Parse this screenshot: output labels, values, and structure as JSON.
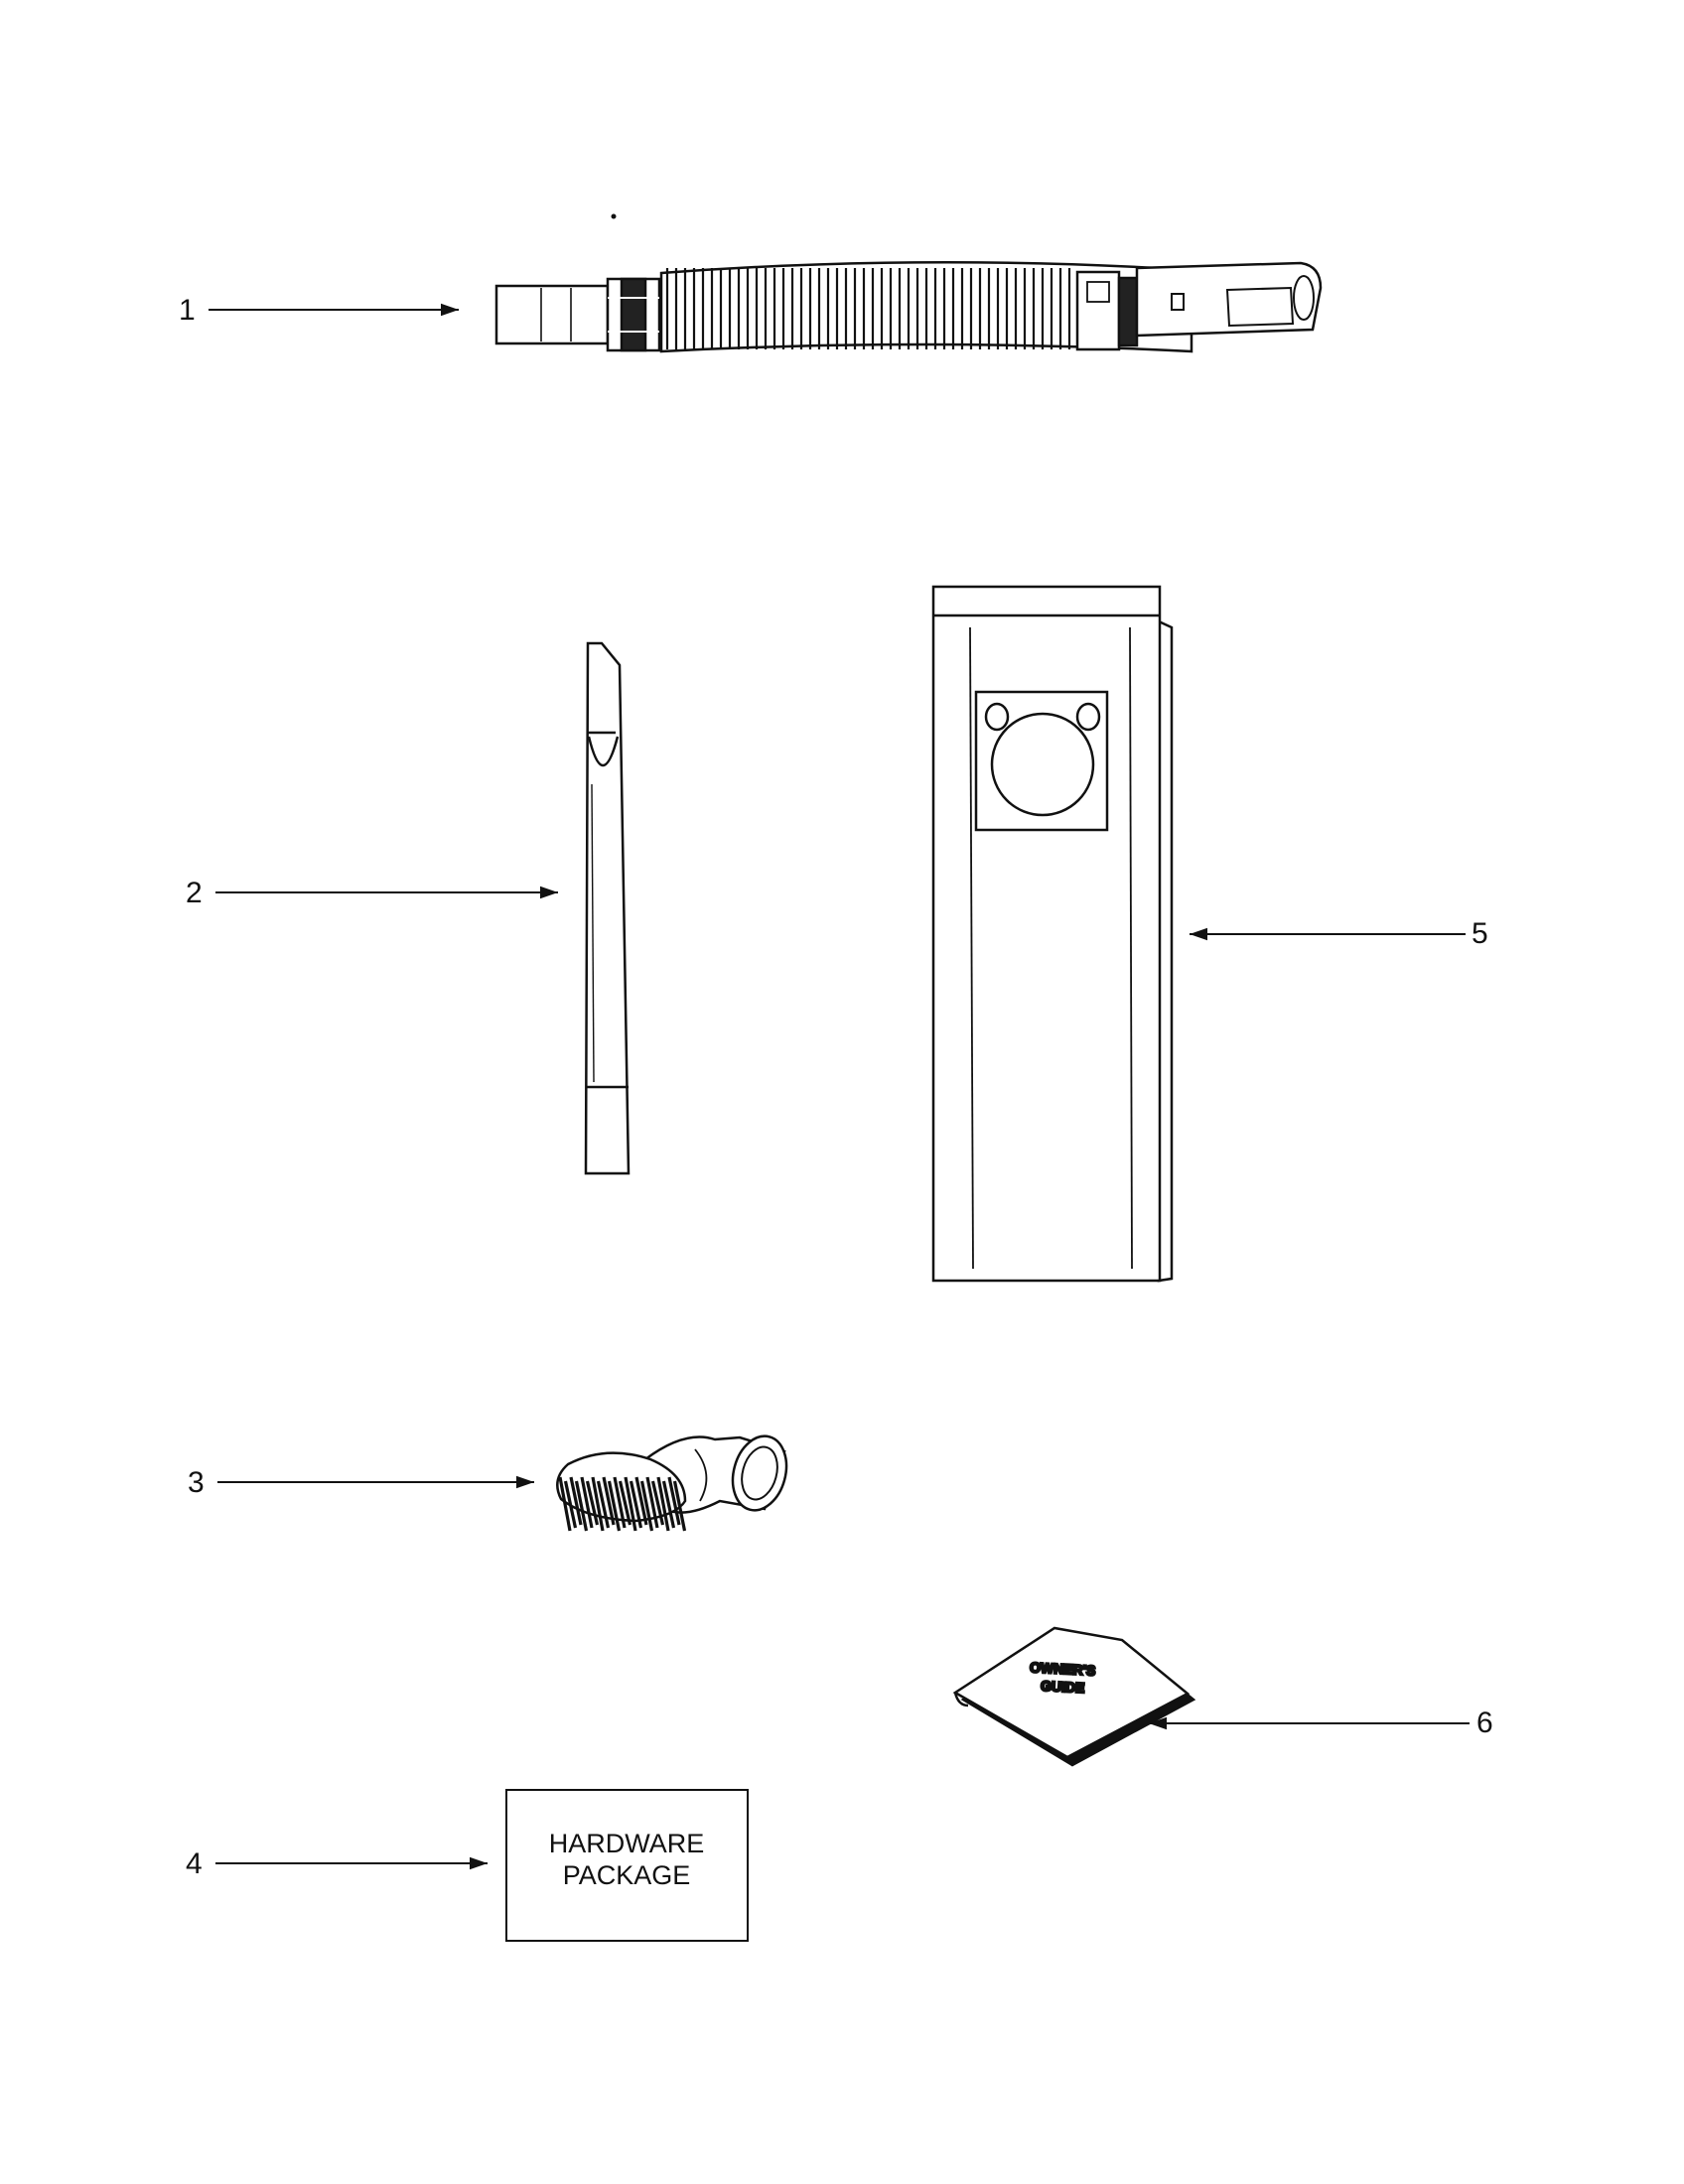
{
  "parts": [
    {
      "number": "1",
      "item": "hose"
    },
    {
      "number": "2",
      "item": "crevice-tool"
    },
    {
      "number": "3",
      "item": "dusting-brush"
    },
    {
      "number": "4",
      "item": "hardware-package"
    },
    {
      "number": "5",
      "item": "dust-bag"
    },
    {
      "number": "6",
      "item": "owners-guide"
    }
  ],
  "hardware_package": {
    "line1": "HARDWARE",
    "line2": "PACKAGE"
  },
  "owners_guide": {
    "line1": "OWNER'S",
    "line2": "GUIDE"
  }
}
